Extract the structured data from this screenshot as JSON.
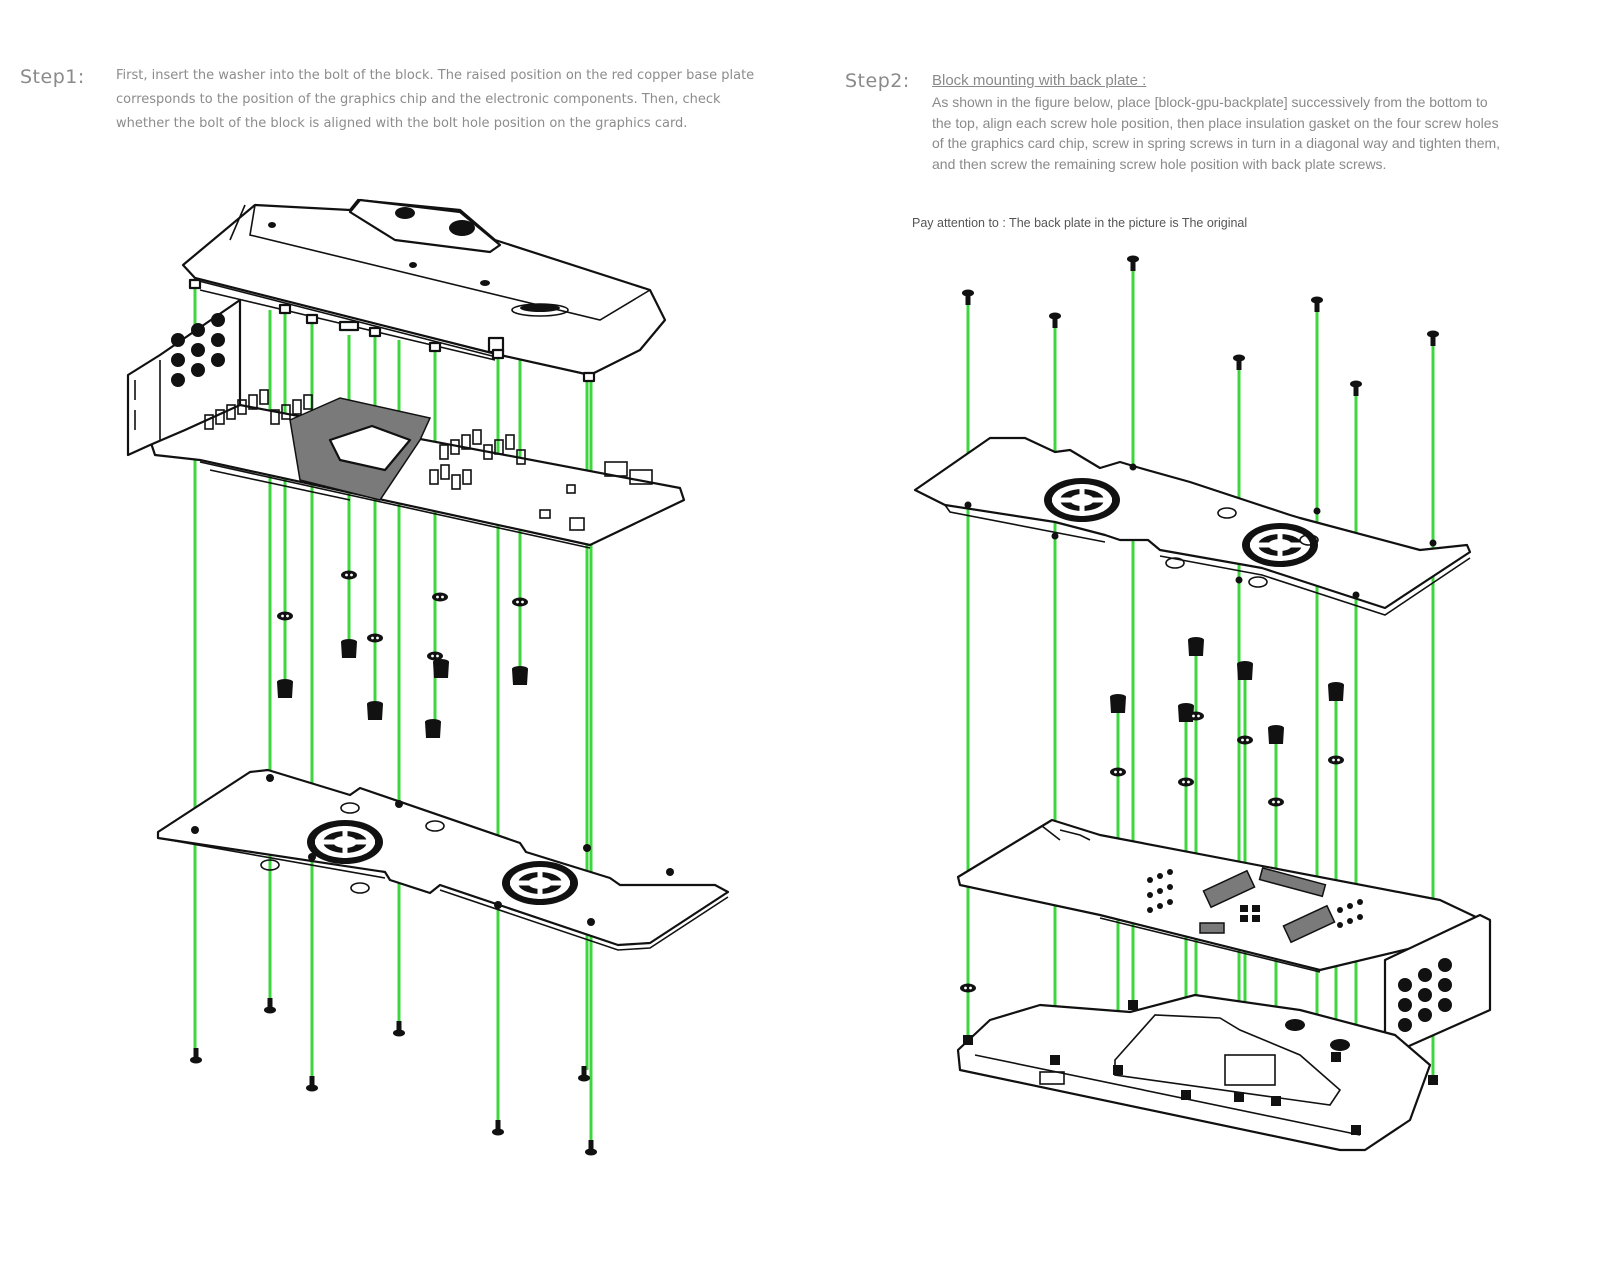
{
  "step1": {
    "label": "Step1:",
    "lines": [
      "First, insert the washer into the bolt of the block. The raised position on the red copper base plate",
      "corresponds to the position of the graphics chip and the electronic components. Then, check",
      "whether the bolt of the block is aligned with the bolt hole position on the graphics card."
    ]
  },
  "step2": {
    "label": "Step2:",
    "heading": "Block mounting with back plate :",
    "lines": [
      "As shown in the figure below, place [block-gpu-backplate] successively from the bottom to",
      "the top, align each screw hole position, then place insulation gasket on the four screw holes",
      "of the graphics card chip, screw in spring screws in turn in a diagonal way and tighten them,",
      "and then screw the remaining screw hole position with back plate screws."
    ]
  },
  "note": "Pay attention to :  The back plate in the picture is The original",
  "colors": {
    "guide_line": "#3ed63e",
    "text": "#8a8a8a",
    "outline": "#111111"
  },
  "diagrams": {
    "left": {
      "name": "exploded view: water block, graphics card, back plate, screws"
    },
    "right": {
      "name": "exploded view: screws, back plate, spring screws, graphics card, water block"
    }
  }
}
